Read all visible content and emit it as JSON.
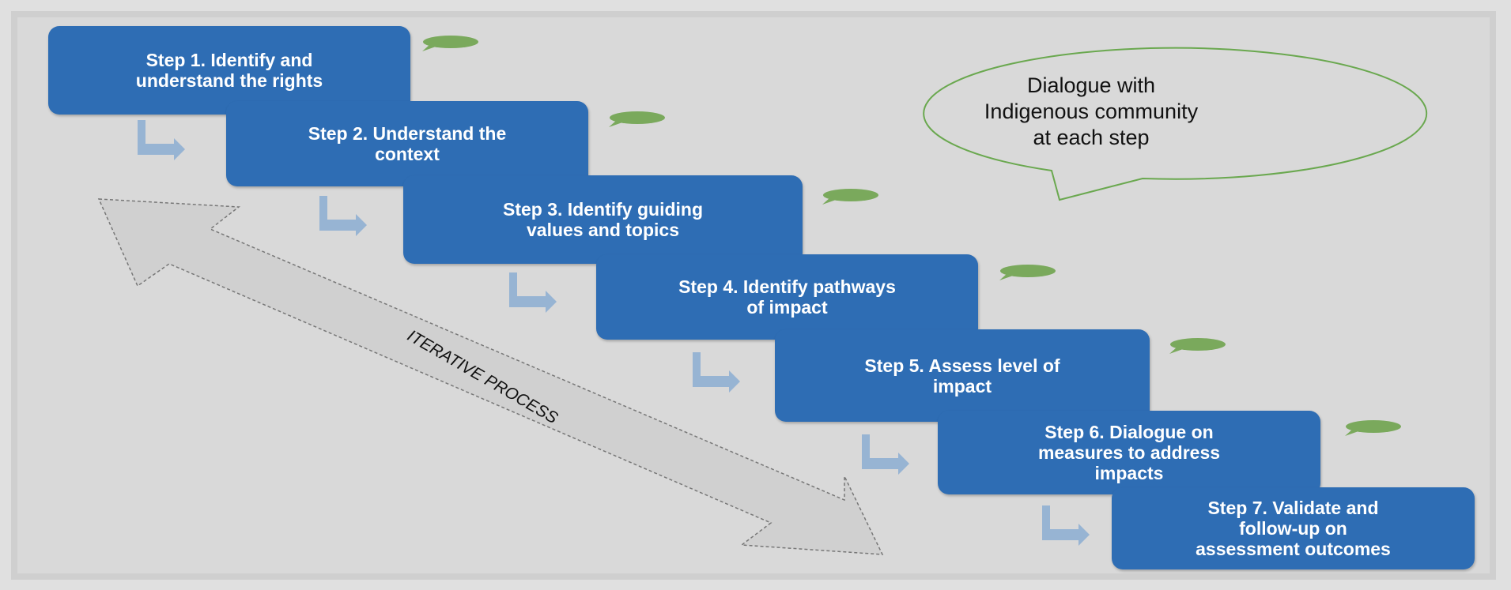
{
  "steps": [
    {
      "label": "Step 1. Identify and\nunderstand the rights"
    },
    {
      "label": "Step 2. Understand the\ncontext"
    },
    {
      "label": "Step 3. Identify guiding\nvalues and topics"
    },
    {
      "label": "Step 4. Identify pathways\nof impact"
    },
    {
      "label": "Step 5. Assess level of\nimpact"
    },
    {
      "label": "Step 6. Dialogue on\nmeasures to address\nimpacts"
    },
    {
      "label": "Step 7. Validate and\nfollow-up on\nassessment outcomes"
    }
  ],
  "speech_bubble": {
    "text": "Dialogue with\nIndigenous community\nat each step"
  },
  "iterative_label": "ITERATIVE PROCESS",
  "colors": {
    "step_box": "#2e6db4",
    "connector_arrow": "#97b4d3",
    "mini_bubble": "#7aa95c",
    "bubble_outline": "#6aa84f",
    "double_arrow_fill": "#d0d0d0"
  },
  "icons": {
    "step_connector": "bent-arrow-icon",
    "step_comment": "speech-bubble-icon",
    "process": "double-headed-arrow-icon"
  }
}
